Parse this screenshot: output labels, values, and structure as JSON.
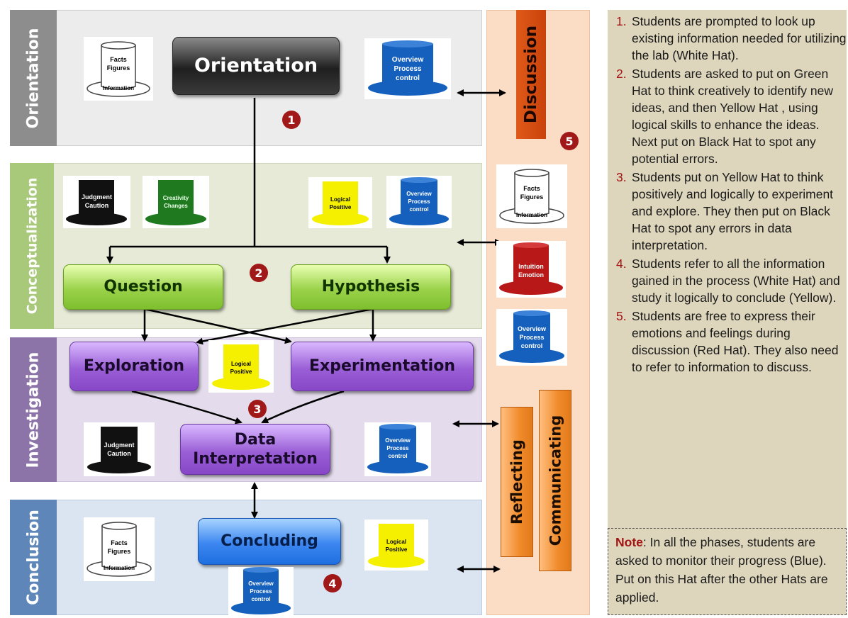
{
  "phases": [
    {
      "label": "Orientation"
    },
    {
      "label": "Conceptualization"
    },
    {
      "label": "Investigation"
    },
    {
      "label": "Conclusion"
    }
  ],
  "nodes": {
    "orientation": "Orientation",
    "question": "Question",
    "hypothesis": "Hypothesis",
    "exploration": "Exploration",
    "experimentation": "Experimentation",
    "data_interpretation_1": "Data",
    "data_interpretation_2": "Interpretation",
    "concluding": "Concluding"
  },
  "side_bars": {
    "discussion": "Discussion",
    "reflecting": "Reflecting",
    "communicating": "Communicating"
  },
  "badges": [
    "1",
    "2",
    "3",
    "4",
    "5"
  ],
  "hats": {
    "white": {
      "line1": "Facts",
      "line2": "Figures",
      "line3": "Information"
    },
    "blue": {
      "line1": "Overview",
      "line2": "Process",
      "line3": "control"
    },
    "black": {
      "line1": "Judgment",
      "line2": "Caution"
    },
    "green": {
      "line1": "Creativity",
      "line2": "Changes"
    },
    "yellow": {
      "line1": "Logical",
      "line2": "Positive"
    },
    "red": {
      "line1": "Intuition",
      "line2": "Emotion"
    }
  },
  "hat_colors": {
    "white": "#ffffff",
    "blue": "#1560bd",
    "black": "#111111",
    "green": "#1f7a1f",
    "yellow": "#f5f000",
    "red": "#b81818"
  },
  "steps": [
    {
      "num": "1.",
      "text": "Students are prompted to look up existing information needed for utilizing the lab (White Hat)."
    },
    {
      "num": "2.",
      "text": "Students are asked to put on Green Hat to think creatively to identify new ideas, and then Yellow Hat , using logical skills to enhance the ideas. Next put on Black Hat to spot any potential errors."
    },
    {
      "num": "3.",
      "text": "Students put on Yellow Hat to think positively and logically to experiment and explore. They then put on Black Hat to spot any errors in data interpretation."
    },
    {
      "num": "4.",
      "text": "Students refer to all the information gained in the process (White Hat) and study it logically to conclude (Yellow)."
    },
    {
      "num": "5.",
      "text": "Students are free to express their emotions and feelings during discussion (Red Hat). They also need to refer to information to discuss."
    }
  ],
  "note": {
    "label": "Note",
    "text": ": In all the phases, students are asked to monitor their progress (Blue). Put on this Hat after the other Hats are applied."
  }
}
